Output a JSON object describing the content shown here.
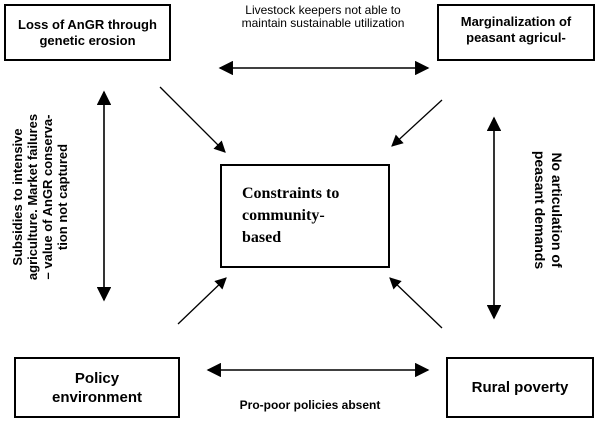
{
  "boxes": {
    "top_left": "Loss of AnGR through genetic erosion",
    "top_right": "Marginalization of peasant agricul-",
    "center": "Constraints to community-based",
    "bottom_left": "Policy environment",
    "bottom_right": "Rural poverty"
  },
  "labels": {
    "top": "Livestock keepers not able to maintain sustainable utilization",
    "bottom": "Pro-poor policies absent",
    "left_line1": "Subsidies to intensive",
    "left_line2": "agriculture. Market failures",
    "left_line3": "– value of AnGR conserva-",
    "left_line4": "tion not captured",
    "right_line1": "No articulation of",
    "right_line2": "peasant demands"
  }
}
